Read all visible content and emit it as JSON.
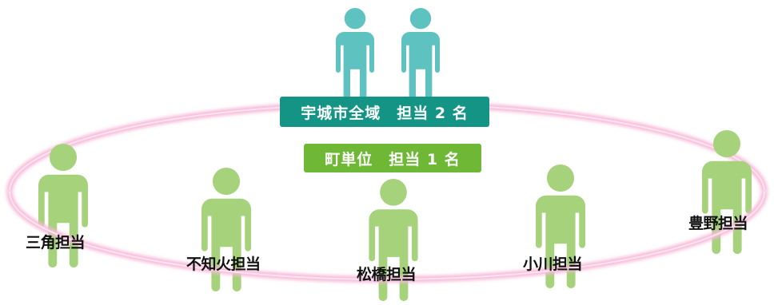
{
  "badges": {
    "city_wide": "宇城市全域　担当 2 名",
    "town_unit": "町単位　担当 1 名"
  },
  "people": [
    {
      "label": "三角担当"
    },
    {
      "label": "不知火担当"
    },
    {
      "label": "松橋担当"
    },
    {
      "label": "小川担当"
    },
    {
      "label": "豊野担当"
    }
  ],
  "colors": {
    "city_figures": "#5dc2c0",
    "town_figures": "#a5d27b",
    "city_badge": "#149485",
    "town_badge": "#6fb836",
    "ring": "#f7b9d9"
  },
  "icons": {
    "figure": "person-icon"
  }
}
